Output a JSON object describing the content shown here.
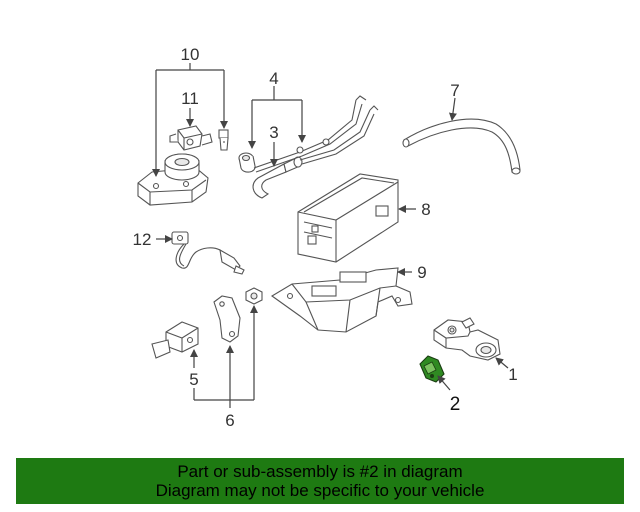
{
  "callouts": {
    "c1": "1",
    "c2": "2",
    "c3": "3",
    "c4": "4",
    "c5": "5",
    "c6": "6",
    "c7": "7",
    "c8": "8",
    "c9": "9",
    "c10": "10",
    "c11": "11",
    "c12": "12"
  },
  "highlight_part": "2",
  "colors": {
    "banner_bg": "#1e7a12",
    "highlight_part": "#2f8a22",
    "line": "#555555"
  },
  "banner": {
    "line1": "Part or sub-assembly is #2 in diagram",
    "line2": "Diagram may not be specific to your vehicle"
  }
}
